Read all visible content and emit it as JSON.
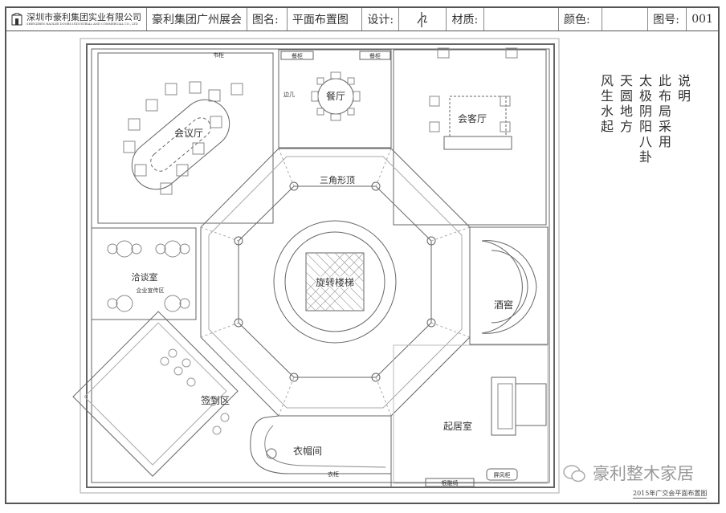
{
  "title_block": {
    "company_cn": "深圳市豪利集团实业有限公司",
    "company_en": "SHENZHEN HAOLEE DOORS INDUSTRIAL AND COMMERCIAL CO., LTD",
    "project": "豪利集团广州展会",
    "drawing_name_label": "图名:",
    "drawing_name": "平面布置图",
    "designer_label": "设计:",
    "material_label": "材质:",
    "color_label": "颜色:",
    "drawing_no_label": "图号:",
    "drawing_no": "001"
  },
  "notes": {
    "heading": "说明",
    "lines": [
      "此布局采用",
      "太极阴阳八卦",
      "天圆地方",
      "风生水起"
    ]
  },
  "rooms": {
    "meeting": "会议厅",
    "dining": "餐厅",
    "reception": "会客厅",
    "triangle_ceiling": "三角形顶",
    "stair": "旋转楼梯",
    "negotiation": "洽谈室",
    "promo": "企业宣传区",
    "wine_cellar": "酒窖",
    "signin": "签到区",
    "cloakroom": "衣帽间",
    "living": "起居室"
  },
  "furniture": {
    "bookcase": "书柜",
    "sideboard_1": "餐柜",
    "sideboard_2": "餐柜",
    "side_table": "边几",
    "wardrobe": "衣柜",
    "root_carving": "根雕椅",
    "screen": "屏风柜"
  },
  "watermark": "豪利整木家居",
  "caption": "2015年广交会平面布置图"
}
